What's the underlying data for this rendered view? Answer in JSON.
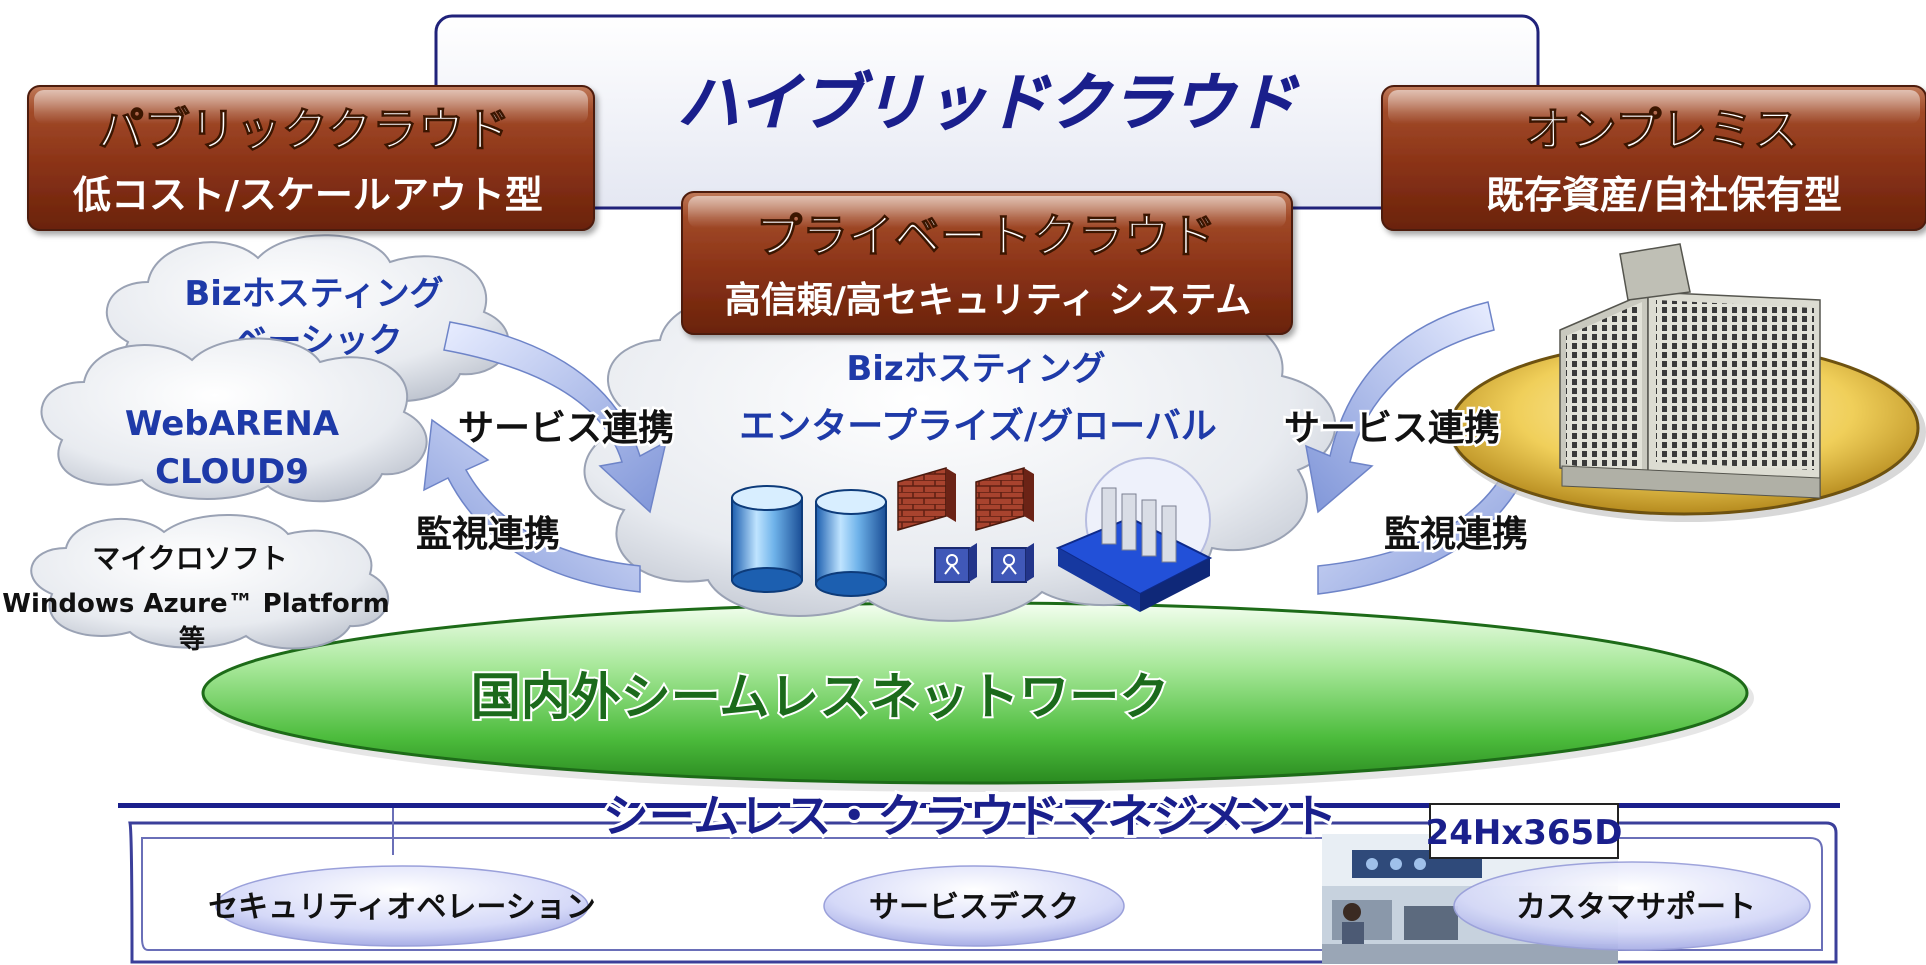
{
  "hybrid": {
    "title": "ハイブリッドクラウド"
  },
  "public_cloud": {
    "title": "パブリッククラウド",
    "subtitle": "低コスト/スケールアウト型",
    "services": [
      {
        "lines": [
          "Bizホスティング",
          "ベーシック"
        ]
      },
      {
        "lines": [
          "WebARENA",
          "CLOUD9"
        ]
      },
      {
        "lines": [
          "マイクロソフト",
          "Windows Azure™ Platform",
          "等"
        ]
      }
    ]
  },
  "private_cloud": {
    "title": "プライベートクラウド",
    "subtitle": "高信頼/高セキュリティ システム",
    "service_line1": "Bizホスティング",
    "service_line2": "エンタープライズ/グローバル"
  },
  "on_premise": {
    "title": "オンプレミス",
    "subtitle": "既存資産/自社保有型"
  },
  "links": {
    "service_left": "サービス連携",
    "monitor_left": "監視連携",
    "service_right": "サービス連携",
    "monitor_right": "監視連携"
  },
  "network": {
    "label": "国内外シームレスネットワーク"
  },
  "management": {
    "title": "シームレス・クラウドマネジメント",
    "badge": "24Hx365D",
    "items": [
      "セキュリティオペレーション",
      "サービスデスク",
      "カスタマサポート"
    ]
  },
  "colors": {
    "title_navy": "#1a1f8c",
    "box_brown": "#8a3216",
    "network_green": "#1a7a1a",
    "cloud_text_blue": "#1e3aa8",
    "arrow_blue": "#8fa3e0",
    "oval_lavender": "#d9dcf7"
  }
}
